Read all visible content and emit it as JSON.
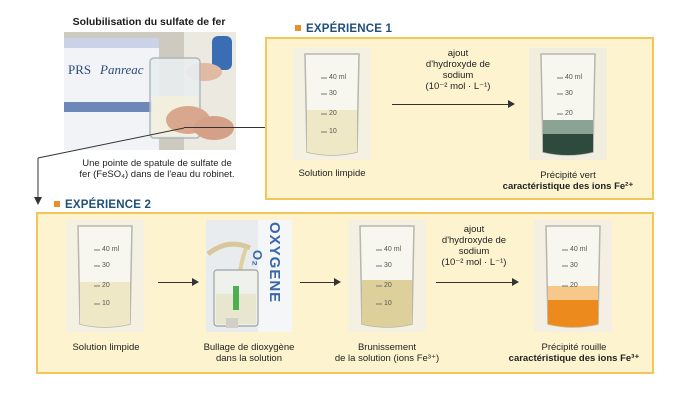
{
  "title": "Solubilisation du sulfate de fer",
  "intro_caption": "Une pointe de spatule de sulfate de fer (FeSO₄) dans de l'eau du robinet.",
  "intro_caption_line1": "Une pointe de spatule de sulfate de",
  "intro_caption_line2": "fer (FeSO₄) dans de l'eau du robinet.",
  "bottle_labels": {
    "brand1": "PRS",
    "brand2": "Panreac"
  },
  "experience1": {
    "heading": "EXPÉRIENCE 1",
    "arrow_label": {
      "line1": "ajout",
      "line2": "d'hydroxyde de",
      "line3": "sodium",
      "line4": "(10⁻² mol · L⁻¹)"
    },
    "beaker_left_caption": "Solution limpide",
    "beaker_right_caption_line1": "Précipité vert",
    "beaker_right_caption_line2": "caractéristique des ions Fe²⁺"
  },
  "experience2": {
    "heading": "EXPÉRIENCE 2",
    "beaker1_caption": "Solution limpide",
    "bubbling_caption_line1": "Bullage de dioxygène",
    "bubbling_caption_line2": "dans la solution",
    "oxygen_label": "OXYGENE",
    "o2_label": "O₂",
    "brown_caption_line1": "Brunissement",
    "brown_caption_line2": "de la solution (ions Fe³⁺)",
    "arrow_label": {
      "line1": "ajout",
      "line2": "d'hydroxyde de",
      "line3": "sodium",
      "line4": "(10⁻² mol · L⁻¹)"
    },
    "beaker_right_caption_line1": "Précipité rouille",
    "beaker_right_caption_line2": "caractéristique des ions Fe³⁺"
  },
  "beaker_graduations": [
    "40 ml",
    "30",
    "20",
    "10"
  ],
  "colors": {
    "panel_bg": "#fdf4cf",
    "panel_border": "#f2c65a",
    "heading": "#20507a",
    "accent": "#e8902a"
  }
}
